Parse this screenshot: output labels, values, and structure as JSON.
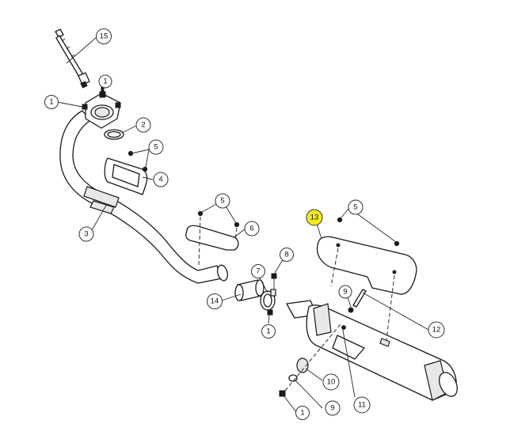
{
  "callouts": [
    {
      "id": "c15",
      "label": "15",
      "highlight": false
    },
    {
      "id": "c1a",
      "label": "1",
      "highlight": false
    },
    {
      "id": "c1b",
      "label": "1",
      "highlight": false
    },
    {
      "id": "c2",
      "label": "2",
      "highlight": false
    },
    {
      "id": "c5a",
      "label": "5",
      "highlight": false
    },
    {
      "id": "c4",
      "label": "4",
      "highlight": false
    },
    {
      "id": "c3",
      "label": "3",
      "highlight": false
    },
    {
      "id": "c5b",
      "label": "5",
      "highlight": false
    },
    {
      "id": "c6",
      "label": "6",
      "highlight": false
    },
    {
      "id": "c7",
      "label": "7",
      "highlight": false
    },
    {
      "id": "c8",
      "label": "8",
      "highlight": false
    },
    {
      "id": "c14",
      "label": "14",
      "highlight": false
    },
    {
      "id": "c1c",
      "label": "1",
      "highlight": false
    },
    {
      "id": "c13",
      "label": "13",
      "highlight": true
    },
    {
      "id": "c5c",
      "label": "5",
      "highlight": false
    },
    {
      "id": "c9a",
      "label": "9",
      "highlight": false
    },
    {
      "id": "c12",
      "label": "12",
      "highlight": false
    },
    {
      "id": "c10",
      "label": "10",
      "highlight": false
    },
    {
      "id": "c11",
      "label": "11",
      "highlight": false
    },
    {
      "id": "c9b",
      "label": "9",
      "highlight": false
    },
    {
      "id": "c1d",
      "label": "1",
      "highlight": false
    }
  ],
  "colors": {
    "highlight": "#f3ea1f",
    "line": "#1a1a1a",
    "background": "#ffffff"
  }
}
